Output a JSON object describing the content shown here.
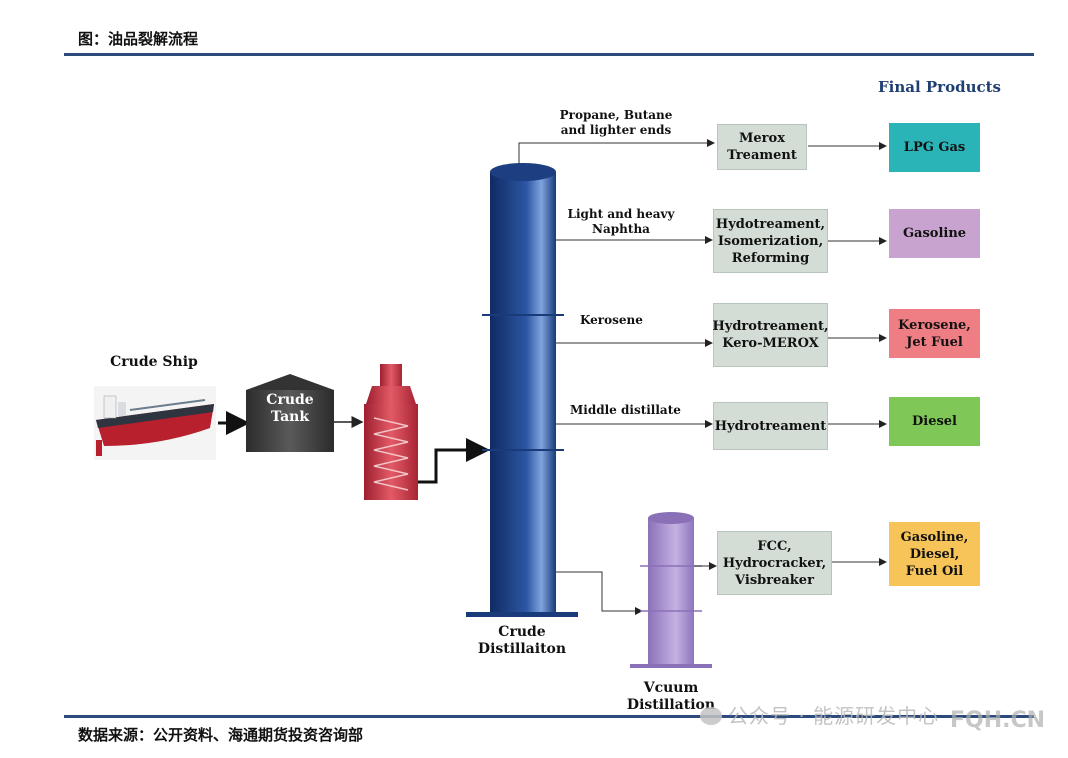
{
  "header": {
    "title": "图：油品裂解流程"
  },
  "footer": {
    "source": "数据来源：公开资料、海通期货投资咨询部"
  },
  "watermark": {
    "text": "公众号 · 能源研发中心",
    "site": "FQH.CN"
  },
  "diagram": {
    "final_products_title": "Final Products",
    "crude_ship_label": "Crude Ship",
    "crude_tank_label": "Crude\nTank",
    "crude_distillation_label": "Crude\nDistillaiton",
    "vacuum_distillation_label": "Vcuum\nDistillation",
    "streams": {
      "lpg": "Propane, Butane\nand lighter ends",
      "naphtha": "Light and heavy\nNaphtha",
      "kerosene": "Kerosene",
      "middle": "Middle distillate"
    },
    "processes": {
      "merox": "Merox\nTreament",
      "naphtha": "Hydotreament,\nIsomerization,\nReforming",
      "kerosene": "Hydrotreament,\nKero-MEROX",
      "diesel": "Hydrotreament",
      "vacuum": "FCC,\nHydrocracker,\nVisbreaker"
    },
    "products": {
      "lpg": "LPG Gas",
      "gasoline": "Gasoline",
      "jet": "Kerosene,\nJet Fuel",
      "diesel": "Diesel",
      "fueloil": "Gasoline,\nDiesel,\nFuel Oil"
    },
    "colors": {
      "lpg": "#2bb4b8",
      "gasoline": "#c9a3cf",
      "jet": "#ee7e84",
      "diesel": "#7fc857",
      "fueloil": "#f7c45a",
      "column": "#1a3b7a",
      "vacuum_column": "#9b84c4",
      "heater": "#c63a47"
    }
  }
}
